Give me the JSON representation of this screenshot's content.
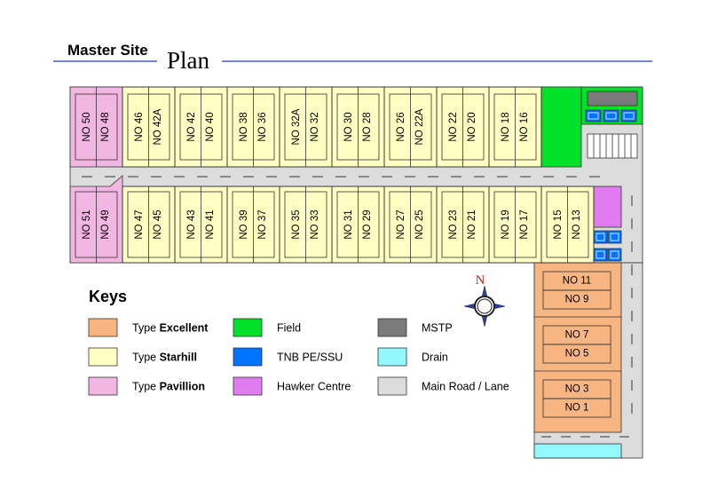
{
  "header": {
    "title_part1": "Master Site",
    "title_part2": "Plan"
  },
  "colors": {
    "excellent": "#f7b582",
    "starhill": "#ffffc4",
    "pavillion": "#f2b6e2",
    "field": "#00e12a",
    "tnb": "#0073ff",
    "hawker": "#e17bf0",
    "mstp": "#7a7a7a",
    "drain": "#92f8fb",
    "road": "#dcdcdc",
    "title_line": "#2b3f9c"
  },
  "top_row": [
    "NO 50",
    "NO 48",
    "NO 46",
    "NO 42A",
    "NO 42",
    "NO 40",
    "NO 38",
    "NO 36",
    "NO 32A",
    "NO 32",
    "NO 30",
    "NO 28",
    "NO 26",
    "NO 22A",
    "NO 22",
    "NO 20",
    "NO 18",
    "NO 16"
  ],
  "bottom_row": [
    "NO 51",
    "NO 49",
    "NO 47",
    "NO 45",
    "NO 43",
    "NO 41",
    "NO 39",
    "NO 37",
    "NO 35",
    "NO 33",
    "NO 31",
    "NO 29",
    "NO 27",
    "NO 25",
    "NO 23",
    "NO 21",
    "NO 19",
    "NO 17",
    "NO 15",
    "NO 13"
  ],
  "excellent_lots": [
    "NO 11",
    "NO 9",
    "NO 7",
    "NO 5",
    "NO 3",
    "NO 1"
  ],
  "compass": {
    "label": "N"
  },
  "keys": {
    "title": "Keys",
    "items": [
      {
        "prefix": "Type ",
        "bold": "Excellent",
        "color_key": "excellent"
      },
      {
        "prefix": "Type ",
        "bold": "Starhill",
        "color_key": "starhill"
      },
      {
        "prefix": "Type ",
        "bold": "Pavillion",
        "color_key": "pavillion"
      },
      {
        "prefix": "Field",
        "bold": "",
        "color_key": "field"
      },
      {
        "prefix": "TNB PE/SSU",
        "bold": "",
        "color_key": "tnb"
      },
      {
        "prefix": "Hawker Centre",
        "bold": "",
        "color_key": "hawker"
      },
      {
        "prefix": "MSTP",
        "bold": "",
        "color_key": "mstp"
      },
      {
        "prefix": "Drain",
        "bold": "",
        "color_key": "drain"
      },
      {
        "prefix": "Main Road / Lane",
        "bold": "",
        "color_key": "road"
      }
    ]
  }
}
